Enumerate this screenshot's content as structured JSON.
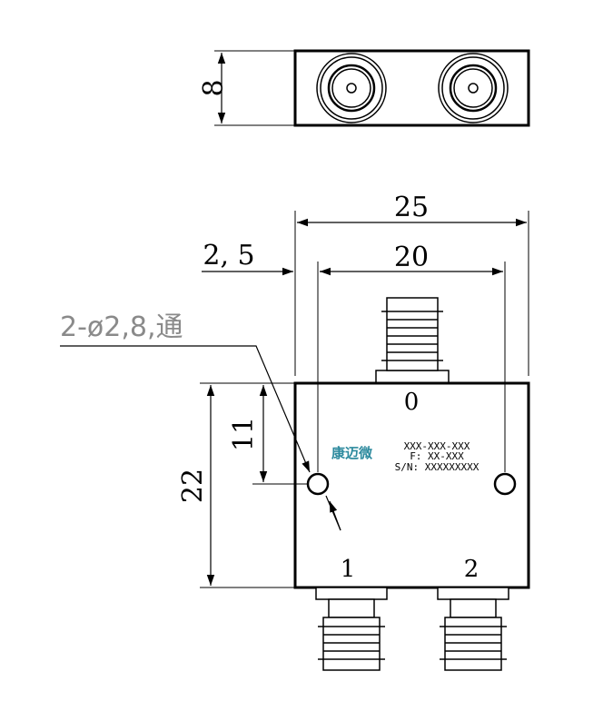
{
  "dimensions": {
    "top_height": "8",
    "overall_width": "25",
    "hole_spacing": "20",
    "hole_offset": "2, 5",
    "body_height": "22",
    "hole_height": "11"
  },
  "hole_note": "2-ø2,8,通",
  "ports": {
    "input": "0",
    "output_1": "1",
    "output_2": "2"
  },
  "marking": {
    "logo": "康迈微",
    "part_number": "XXX-XXX-XXX",
    "frequency": "F: XX-XXX",
    "serial": "S/N: XXXXXXXXX"
  },
  "colors": {
    "line": "#000000",
    "logo": "#2d8a9e",
    "note": "#8a8a8a"
  }
}
